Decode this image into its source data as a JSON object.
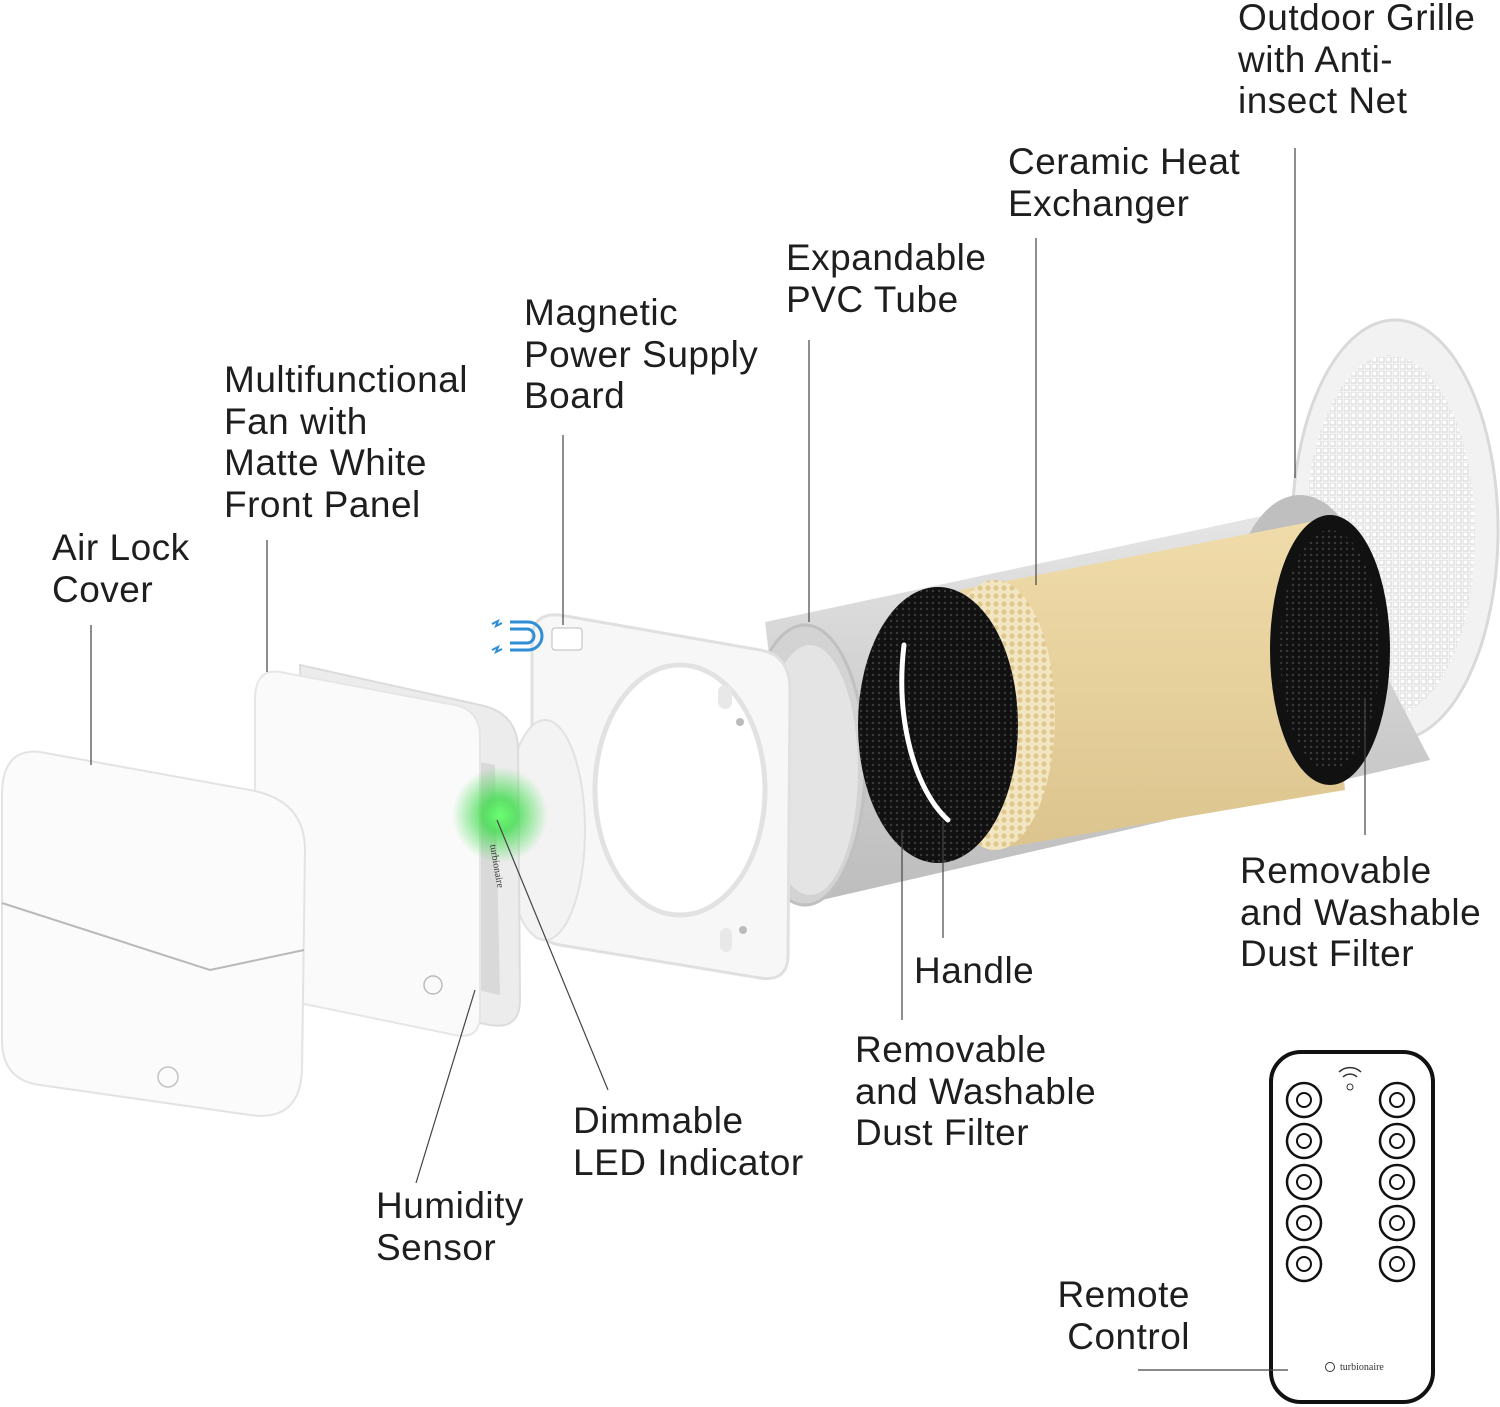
{
  "labels": {
    "grille": [
      "Outdoor Grille",
      "with Anti-",
      "insect Net"
    ],
    "ceramic": [
      "Ceramic Heat",
      "Exchanger"
    ],
    "tube": [
      "Expandable",
      "PVC Tube"
    ],
    "magnetic": [
      "Magnetic",
      "Power Supply",
      "Board"
    ],
    "fan": [
      "Multifunctional",
      "Fan with",
      "Matte White",
      "Front Panel"
    ],
    "airlock": [
      "Air Lock",
      "Cover"
    ],
    "filter_right": [
      "Removable",
      "and Washable",
      "Dust Filter"
    ],
    "handle": [
      "Handle"
    ],
    "filter_mid": [
      "Removable",
      "and Washable",
      "Dust Filter"
    ],
    "led": [
      "Dimmable",
      "LED Indicator"
    ],
    "humidity": [
      "Humidity",
      "Sensor"
    ],
    "remote": [
      "Remote",
      "Control"
    ]
  },
  "brand": "turbionaire",
  "remote_buttons": {
    "left": [
      "power-icon",
      "fan-low-icon",
      "fan-high-icon",
      "airflow-direction-icon",
      "home-ventilation-icon"
    ],
    "right": [
      "auto-mode-icon",
      "timer-icon",
      "night-mode-icon",
      "alarm-icon",
      "light-dimmer-icon"
    ]
  },
  "colors": {
    "led": "#3ddc4a",
    "magnet": "#2e8fd6",
    "ceramic": "#e8d3a0",
    "filter": "#1a1a1a",
    "tube": "#c9c9c9"
  }
}
